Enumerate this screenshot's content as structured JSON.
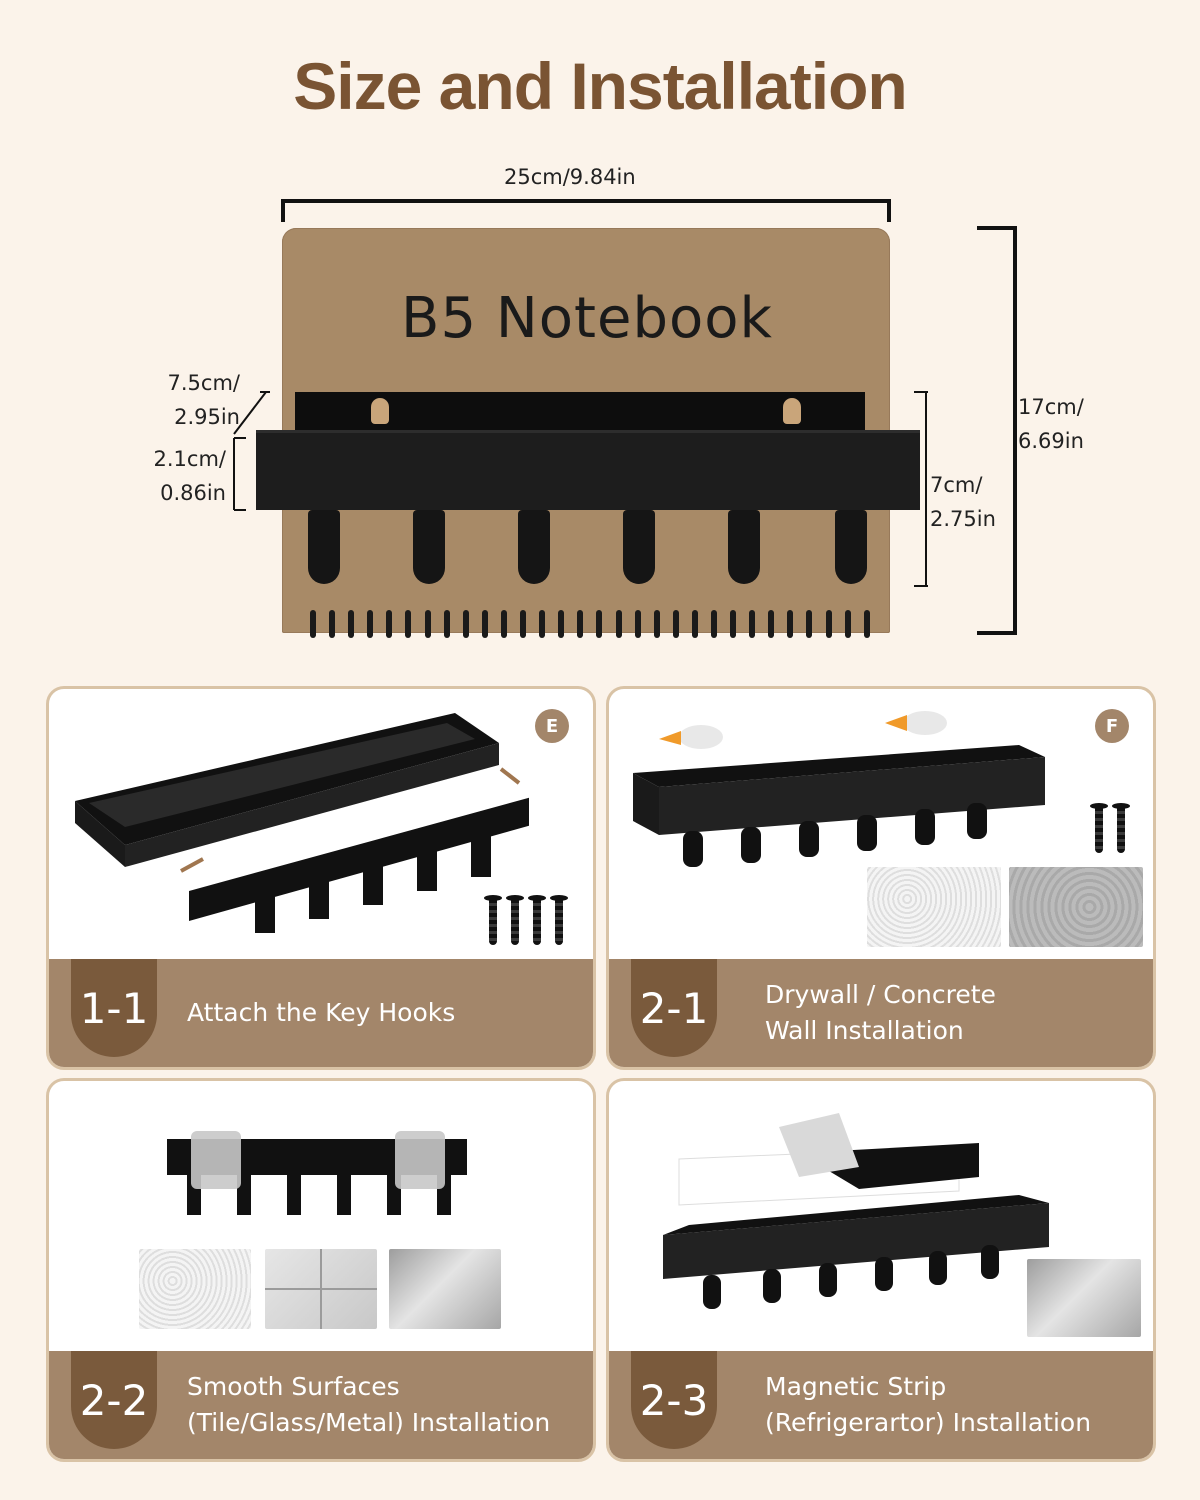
{
  "header": {
    "title": "Size and Installation"
  },
  "dimensions": {
    "width": "25cm/9.84in",
    "height_line1": "17cm/",
    "height_line2": "6.69in",
    "shelf_depth_line1": "7.5cm/",
    "shelf_depth_line2": "2.95in",
    "shelf_height_line1": "2.1cm/",
    "shelf_height_line2": "0.86in",
    "hook_height_line1": "7cm/",
    "hook_height_line2": "2.75in"
  },
  "board": {
    "label": "B5 Notebook"
  },
  "steps": [
    {
      "number": "1-1",
      "badge": "E",
      "line1": "Attach the Key Hooks",
      "line2": ""
    },
    {
      "number": "2-1",
      "badge": "F",
      "line1": "Drywall / Concrete",
      "line2": "Wall Installation"
    },
    {
      "number": "2-2",
      "badge": "",
      "line1": "Smooth Surfaces",
      "line2": "(Tile/Glass/Metal) Installation"
    },
    {
      "number": "2-3",
      "badge": "",
      "line1": "Magnetic Strip",
      "line2": "(Refrigerartor) Installation"
    }
  ],
  "colors": {
    "accent": "#7a5433",
    "bar": "#a3866a",
    "tab": "#7a5a3c",
    "board": "#a88a67",
    "shelf": "#1d1d1d"
  }
}
